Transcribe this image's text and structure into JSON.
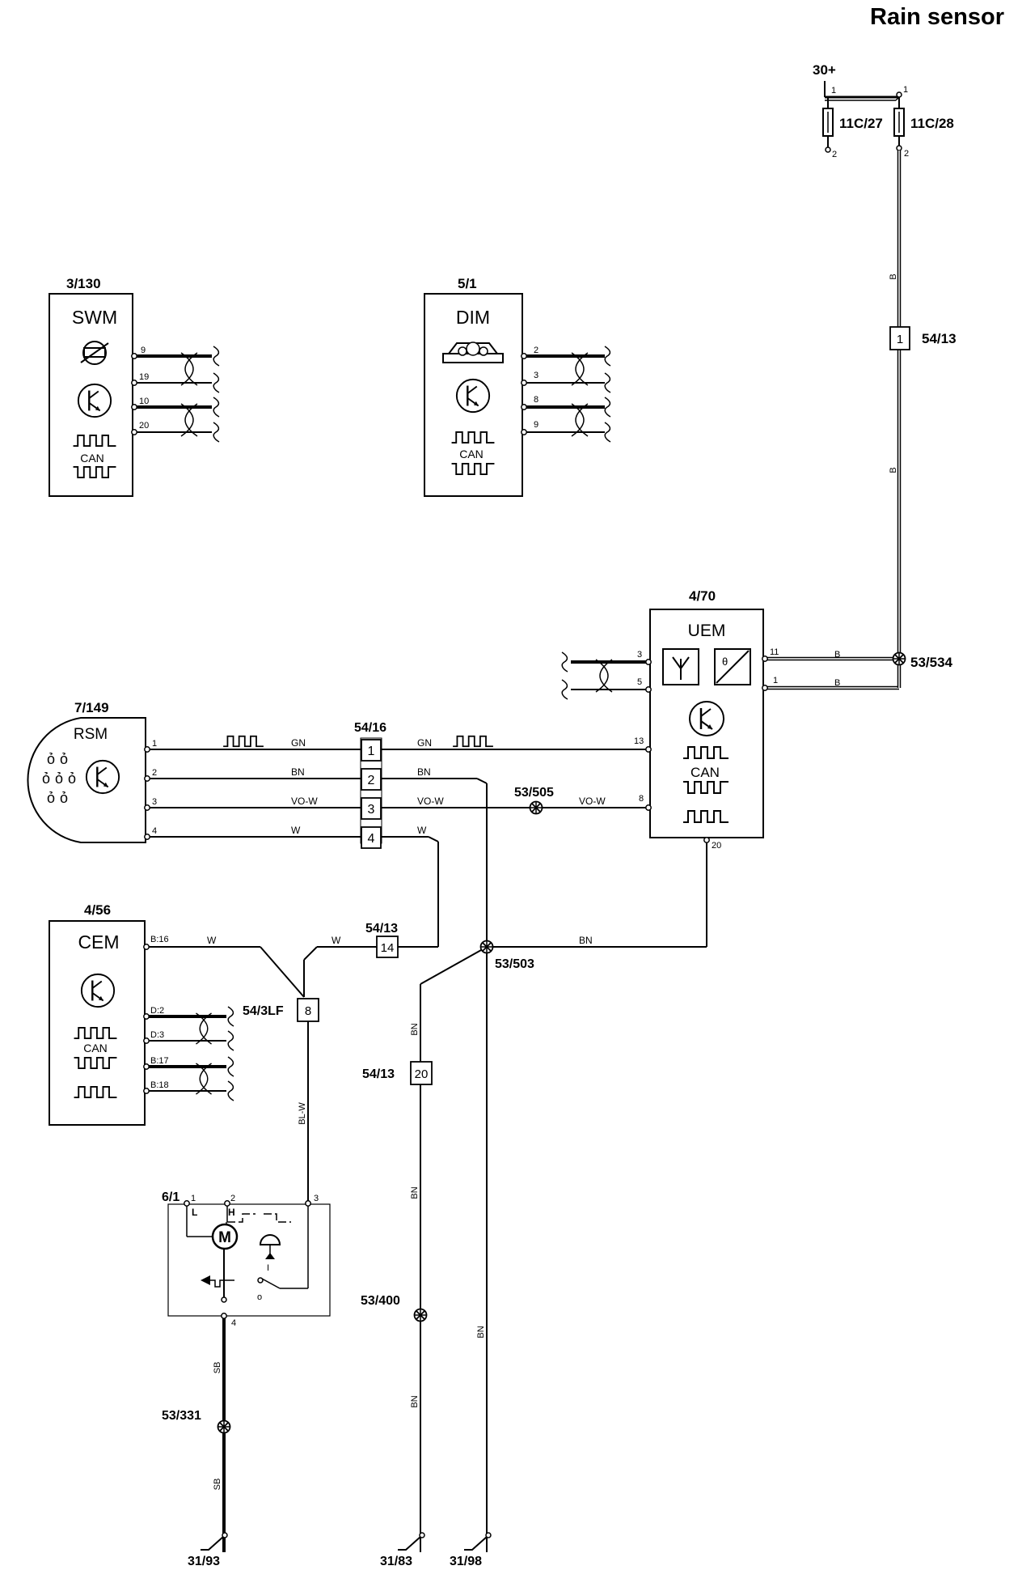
{
  "title": "Rain sensor",
  "supply": {
    "label": "30+"
  },
  "fuses": [
    {
      "label": "11C/27",
      "pin_top": "1",
      "pin_bottom": "2"
    },
    {
      "label": "11C/28",
      "pin_top": "1",
      "pin_bottom": "2"
    }
  ],
  "modules": {
    "swm": {
      "ref": "3/130",
      "name": "SWM",
      "can": "CAN",
      "pins": [
        "9",
        "19",
        "10",
        "20"
      ]
    },
    "dim": {
      "ref": "5/1",
      "name": "DIM",
      "can": "CAN",
      "pins": [
        "2",
        "3",
        "8",
        "9"
      ]
    },
    "uem": {
      "ref": "4/70",
      "name": "UEM",
      "can": "CAN",
      "pins": [
        "3",
        "5",
        "11",
        "1",
        "13",
        "8",
        "20"
      ]
    },
    "rsm": {
      "ref": "7/149",
      "name": "RSM",
      "pins": [
        "1",
        "2",
        "3",
        "4"
      ]
    },
    "cem": {
      "ref": "4/56",
      "name": "CEM",
      "can": "CAN",
      "pins": [
        "B:16",
        "D:2",
        "D:3",
        "B:17",
        "B:18"
      ]
    },
    "motor": {
      "ref": "6/1",
      "pins": [
        "1",
        "2",
        "3",
        "4"
      ],
      "L": "L",
      "H": "H",
      "I": "I",
      "O": "o"
    }
  },
  "connectors": {
    "c5413_top": {
      "label": "54/13",
      "pin": "1"
    },
    "c5416": {
      "label": "54/16",
      "pins": [
        "1",
        "2",
        "3",
        "4"
      ]
    },
    "c5413_mid": {
      "label": "54/13",
      "pin": "14"
    },
    "c543lf": {
      "label": "54/3LF",
      "pin": "8"
    },
    "c5413_low": {
      "label": "54/13",
      "pin": "20"
    }
  },
  "splices": {
    "s534": "53/534",
    "s505": "53/505",
    "s503": "53/503",
    "s400": "53/400",
    "s331": "53/331"
  },
  "grounds": [
    "31/93",
    "31/83",
    "31/98"
  ],
  "wire_colors": {
    "b": "B",
    "gn": "GN",
    "bn": "BN",
    "vow": "VO-W",
    "w": "W",
    "blw": "BL-W",
    "sb": "SB"
  }
}
